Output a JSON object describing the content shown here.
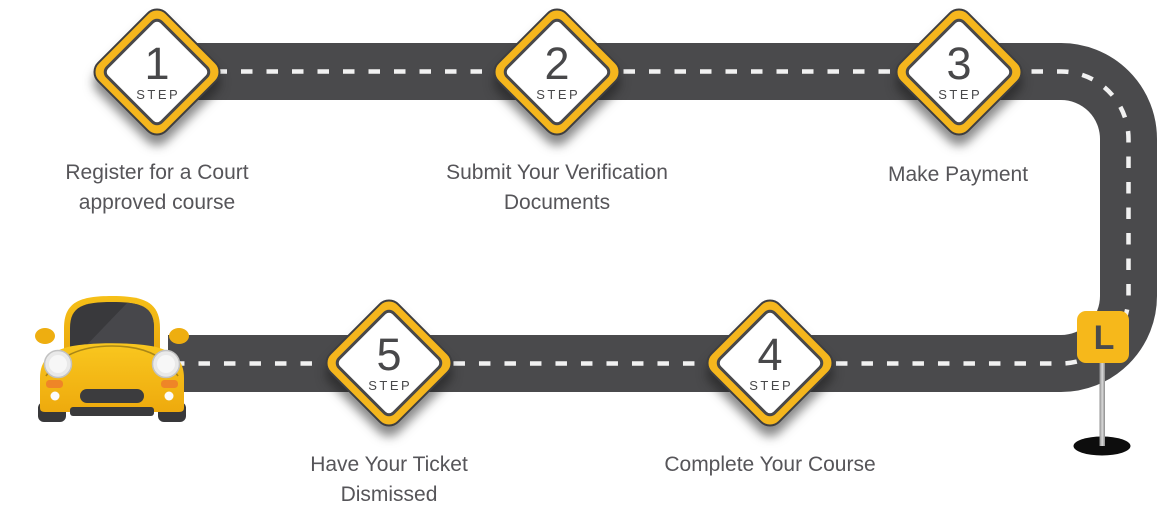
{
  "roadmap": {
    "step_word": "STEP",
    "steps": [
      {
        "number": "1",
        "caption": "Register for a Court\napproved course"
      },
      {
        "number": "2",
        "caption": "Submit Your Verification\nDocuments"
      },
      {
        "number": "3",
        "caption": "Make Payment"
      },
      {
        "number": "4",
        "caption": "Complete Your Course"
      },
      {
        "number": "5",
        "caption": "Have Your Ticket\nDismissed"
      }
    ],
    "end_sign": {
      "letter": "L"
    },
    "colors": {
      "road": "#4a4a4c",
      "road_dash": "#f1f1f1",
      "marker_yellow": "#f5b61d",
      "marker_outline": "#3e3e40",
      "marker_inner_border": "#48484a",
      "step_text": "#48484a",
      "caption_text": "#565559",
      "car_body_yellow": "#f6bd16",
      "car_window": "#39393c",
      "car_signal_orange": "#ef8527",
      "sign_yellow": "#f6b81b",
      "sign_pole_gray": "#b5b5b5",
      "shadow_black": "#0d0d0d"
    }
  }
}
